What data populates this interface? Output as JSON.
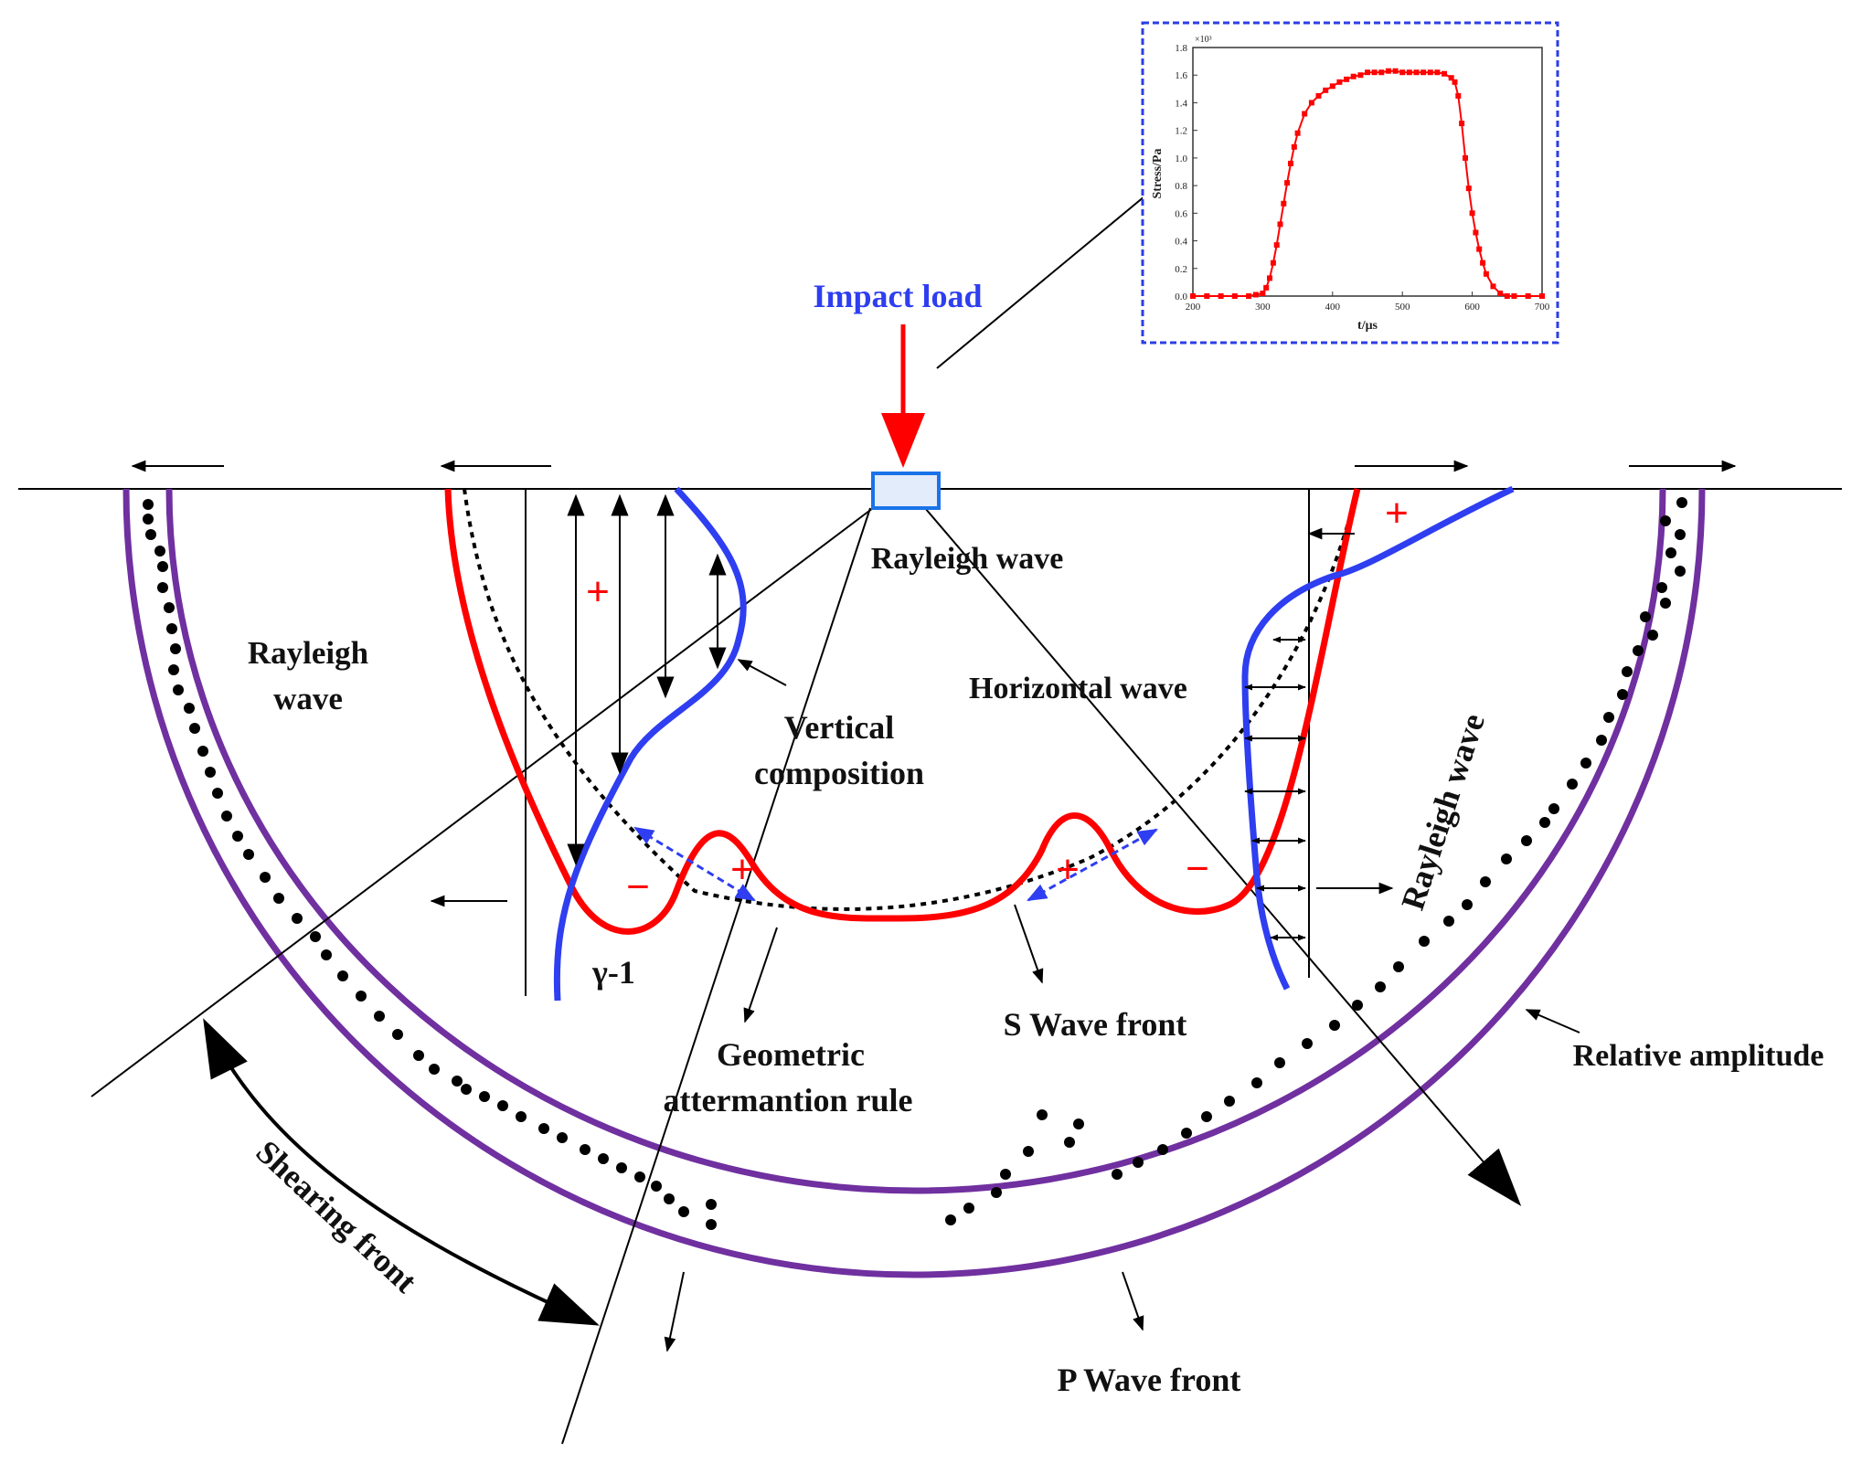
{
  "colors": {
    "purple": "#7030a0",
    "red": "#ff0000",
    "blue": "#2e3ef0",
    "load_box": "#1a73e8",
    "inset_border": "#2b3ee6",
    "black": "#000000"
  },
  "labels": {
    "impact_load": "Impact load",
    "rayleigh_top": "Rayleigh wave",
    "rayleigh_left": [
      "Rayleigh",
      "wave"
    ],
    "rayleigh_right": "Rayleigh wave",
    "vertical_composition": [
      "Vertical",
      "composition"
    ],
    "horizontal_wave": "Horizontal wave",
    "gamma": "γ-1",
    "s_wave_front": "S Wave front",
    "geometric_rule": [
      "Geometric",
      "attermantion rule"
    ],
    "relative_amplitude": "Relative amplitude",
    "shearing_front": "Shearing front",
    "p_wave_front": "P Wave front"
  },
  "signs": {
    "plus": "+",
    "minus": "−"
  },
  "inset_chart": {
    "chart_data": {
      "type": "line",
      "title": "",
      "xlabel": "t/μs",
      "ylabel": "Stress/Pa",
      "y_multiplier": "×10³",
      "xlim": [
        200,
        700
      ],
      "ylim": [
        0,
        1.8
      ],
      "x_ticks": [
        "200",
        "300",
        "400",
        "500",
        "600",
        "700"
      ],
      "y_ticks": [
        "0.0",
        "0.2",
        "0.4",
        "0.6",
        "0.8",
        "1.0",
        "1.2",
        "1.4",
        "1.6",
        "1.8"
      ],
      "series": [
        {
          "x": [
            200,
            220,
            240,
            260,
            280,
            290,
            300,
            305,
            310,
            315,
            320,
            325,
            330,
            335,
            340,
            345,
            350,
            360,
            370,
            380,
            390,
            400,
            410,
            420,
            430,
            440,
            450,
            460,
            470,
            480,
            490,
            500,
            510,
            520,
            530,
            540,
            550,
            560,
            570,
            575,
            580,
            585,
            590,
            595,
            600,
            605,
            610,
            615,
            620,
            630,
            640,
            650,
            660,
            680,
            700
          ],
          "values": [
            0.0,
            0.0,
            0.0,
            0.0,
            0.0,
            0.01,
            0.02,
            0.06,
            0.13,
            0.24,
            0.37,
            0.52,
            0.67,
            0.82,
            0.96,
            1.08,
            1.18,
            1.32,
            1.4,
            1.45,
            1.49,
            1.52,
            1.55,
            1.57,
            1.59,
            1.6,
            1.62,
            1.62,
            1.62,
            1.63,
            1.63,
            1.62,
            1.62,
            1.62,
            1.62,
            1.62,
            1.62,
            1.61,
            1.58,
            1.55,
            1.45,
            1.25,
            1.0,
            0.78,
            0.6,
            0.46,
            0.34,
            0.24,
            0.16,
            0.07,
            0.02,
            0.0,
            0.0,
            0.0,
            0.0
          ]
        }
      ]
    }
  }
}
